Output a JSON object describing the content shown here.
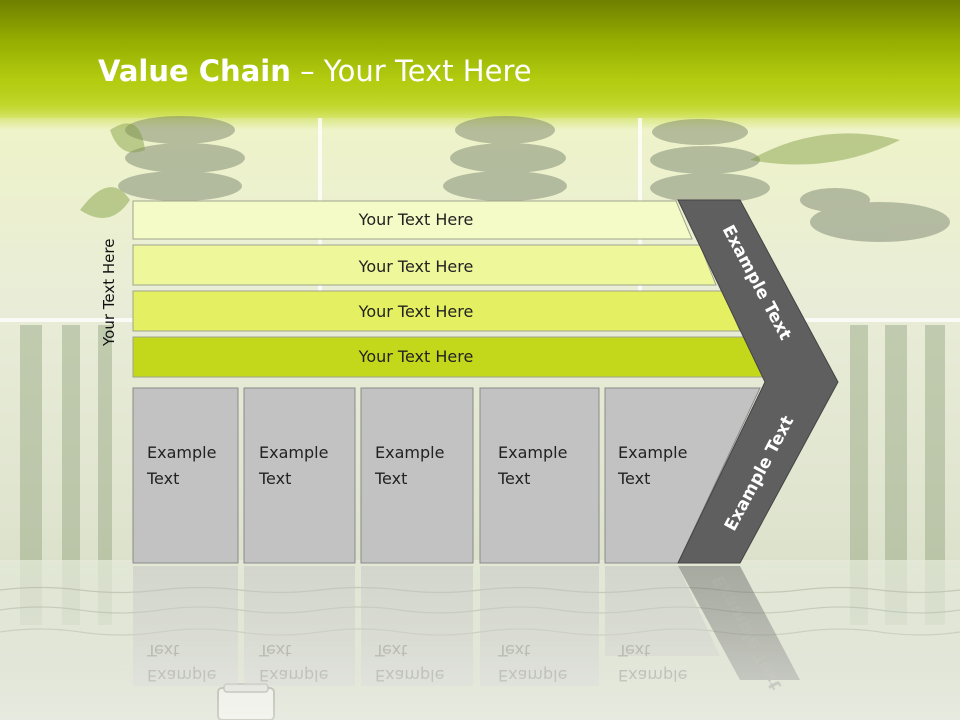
{
  "title": {
    "bold": "Value Chain",
    "rest": " – Your Text Here"
  },
  "side_label": "Your Text Here",
  "bars": [
    {
      "label": "Your Text Here",
      "color": "#f5fbc7"
    },
    {
      "label": "Your Text Here",
      "color": "#eef79a"
    },
    {
      "label": "Your Text Here",
      "color": "#e4f061"
    },
    {
      "label": "Your Text Here",
      "color": "#c4d81b"
    }
  ],
  "boxes": [
    {
      "line1": "Example",
      "line2": "Text"
    },
    {
      "line1": "Example",
      "line2": "Text"
    },
    {
      "line1": "Example",
      "line2": "Text"
    },
    {
      "line1": "Example",
      "line2": "Text"
    },
    {
      "line1": "Example",
      "line2": "Text"
    }
  ],
  "chevron": {
    "upper_label": "Example Text",
    "lower_label": "Example Text",
    "color": "#5f5f5f"
  },
  "colors": {
    "box_fill": "#c2c2c2",
    "banner": "#9bb500"
  }
}
